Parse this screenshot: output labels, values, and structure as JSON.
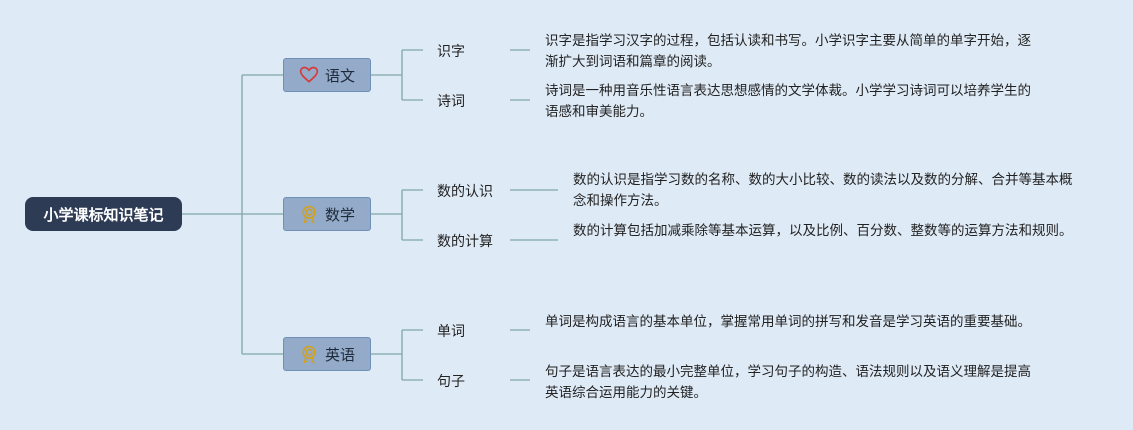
{
  "root": {
    "label": "小学课标知识笔记"
  },
  "topics": [
    {
      "label": "语文",
      "icon": "heart-icon",
      "children": [
        {
          "label": "识字",
          "desc": "识字是指学习汉字的过程，包括认读和书写。小学识字主要从简单的单字开始，逐渐扩大到词语和篇章的阅读。"
        },
        {
          "label": "诗词",
          "desc": "诗词是一种用音乐性语言表达思想感情的文学体裁。小学学习诗词可以培养学生的语感和审美能力。"
        }
      ]
    },
    {
      "label": "数学",
      "icon": "medal-icon",
      "children": [
        {
          "label": "数的认识",
          "desc": "数的认识是指学习数的名称、数的大小比较、数的读法以及数的分解、合并等基本概念和操作方法。"
        },
        {
          "label": "数的计算",
          "desc": "数的计算包括加减乘除等基本运算，以及比例、百分数、整数等的运算方法和规则。"
        }
      ]
    },
    {
      "label": "英语",
      "icon": "medal-icon",
      "children": [
        {
          "label": "单词",
          "desc": "单词是构成语言的基本单位，掌握常用单词的拼写和发音是学习英语的重要基础。"
        },
        {
          "label": "句子",
          "desc": "句子是语言表达的最小完整单位，学习句子的构造、语法规则以及语义理解是提高英语综合运用能力的关键。"
        }
      ]
    }
  ]
}
